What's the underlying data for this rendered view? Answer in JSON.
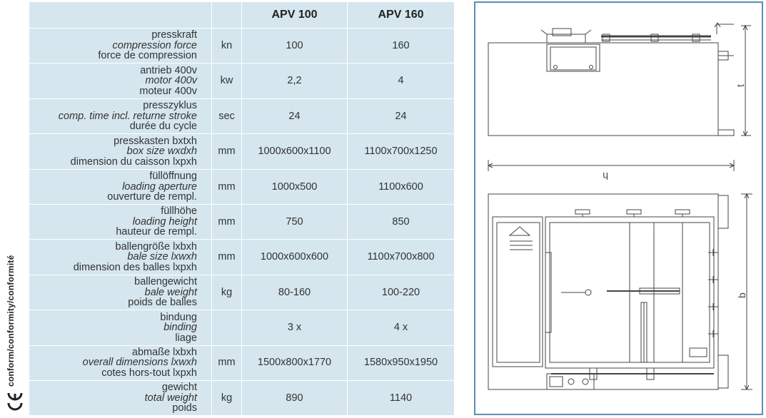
{
  "side_label": "conform/conformity/conformité",
  "table": {
    "headers": [
      "",
      "",
      "APV 100",
      "APV 160"
    ],
    "rows": [
      {
        "de": "presskraft",
        "en": "compression force",
        "fr": "force de compression",
        "unit": "kn",
        "apv100": "100",
        "apv160": "160"
      },
      {
        "de": "antrieb 400v",
        "en": "motor 400v",
        "fr": "moteur 400v",
        "unit": "kw",
        "apv100": "2,2",
        "apv160": "4"
      },
      {
        "de": "presszyklus",
        "en": "comp. time incl. returne stroke",
        "fr": "durée du cycle",
        "unit": "sec",
        "apv100": "24",
        "apv160": "24"
      },
      {
        "de": "presskasten bxtxh",
        "en": "box size wxdxh",
        "fr": "dimension du caisson lxpxh",
        "unit": "mm",
        "apv100": "1000x600x1100",
        "apv160": "1100x700x1250"
      },
      {
        "de": "füllöffnung",
        "en": "loading aperture",
        "fr": "ouverture de rempl.",
        "unit": "mm",
        "apv100": "1000x500",
        "apv160": "1100x600"
      },
      {
        "de": "füllhöhe",
        "en": "loading height",
        "fr": "hauteur de rempl.",
        "unit": "mm",
        "apv100": "750",
        "apv160": "850"
      },
      {
        "de": "ballengröße lxbxh",
        "en": "bale size lxwxh",
        "fr": "dimension des balles lxpxh",
        "unit": "mm",
        "apv100": "1000x600x600",
        "apv160": "1100x700x800"
      },
      {
        "de": "ballengewicht",
        "en": "bale weight",
        "fr": "poids de balles",
        "unit": "kg",
        "apv100": "80-160",
        "apv160": "100-220"
      },
      {
        "de": "bindung",
        "en": "binding",
        "fr": "liage",
        "unit": "",
        "apv100": "3 x",
        "apv160": "4 x"
      },
      {
        "de": "abmaße lxbxh",
        "en": "overall dimensions lxwxh",
        "fr": "cotes hors-tout lxpxh",
        "unit": "mm",
        "apv100": "1500x800x1770",
        "apv160": "1580x950x1950"
      },
      {
        "de": "gewicht",
        "en": "total weight",
        "fr": "poids",
        "unit": "kg",
        "apv100": "890",
        "apv160": "1140"
      }
    ]
  },
  "drawing": {
    "label_t": "t",
    "label_h": "h",
    "label_b": "b"
  },
  "colors": {
    "table_bg": "#d5e6ee",
    "frame_border": "#5a8fb0",
    "line": "#444444"
  }
}
